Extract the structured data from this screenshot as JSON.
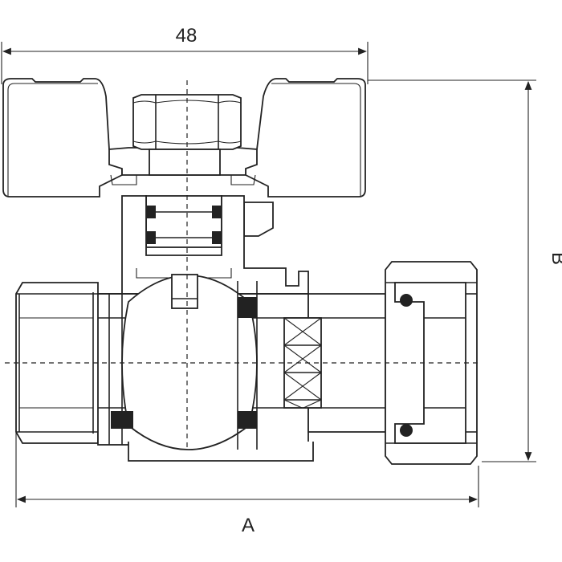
{
  "drawing": {
    "dim_top_label": "48",
    "dim_bottom_label": "A",
    "dim_right_label": "B"
  }
}
